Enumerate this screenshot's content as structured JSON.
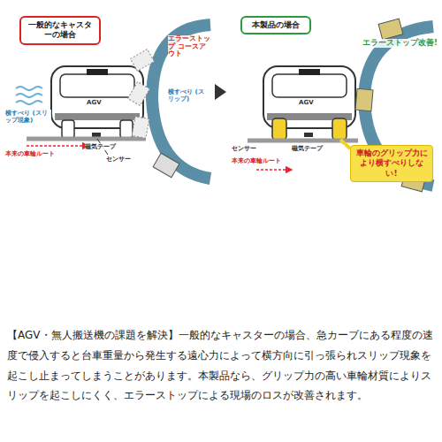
{
  "diagram": {
    "nodes": [
      {
        "text": [
          "一般的なキャスターの場合"
        ]
      },
      {
        "text": [
          "本製品の場合"
        ]
      },
      {
        "text": [
          "車輪のグリップ力により横すべりしない!"
        ]
      }
    ],
    "labels": [
      "AGV",
      "横すべり (スリップ現象)",
      "本来の車輪ルート",
      "磁気テープ",
      "センサー",
      "エラーストップ コースアウト",
      "横すべり (スリップ)",
      "AGV",
      "エラーストップ改善!",
      "センサー",
      "本来の車輪ルート",
      "磁気テープ"
    ],
    "caption": "【AGV・無人搬送機の課題を解決】一般的なキャスターの場合、急カーブにある程度の速度で侵入すると台車重量から発生する遠心力によって横方向に引っ張られスリップ現象を起こし止まってしまうことがあります。本製品なら、グリップ力の高い車輪材質によりスリップを起こしにくく、エラーストップによる現場のロスが改善されます。"
  }
}
